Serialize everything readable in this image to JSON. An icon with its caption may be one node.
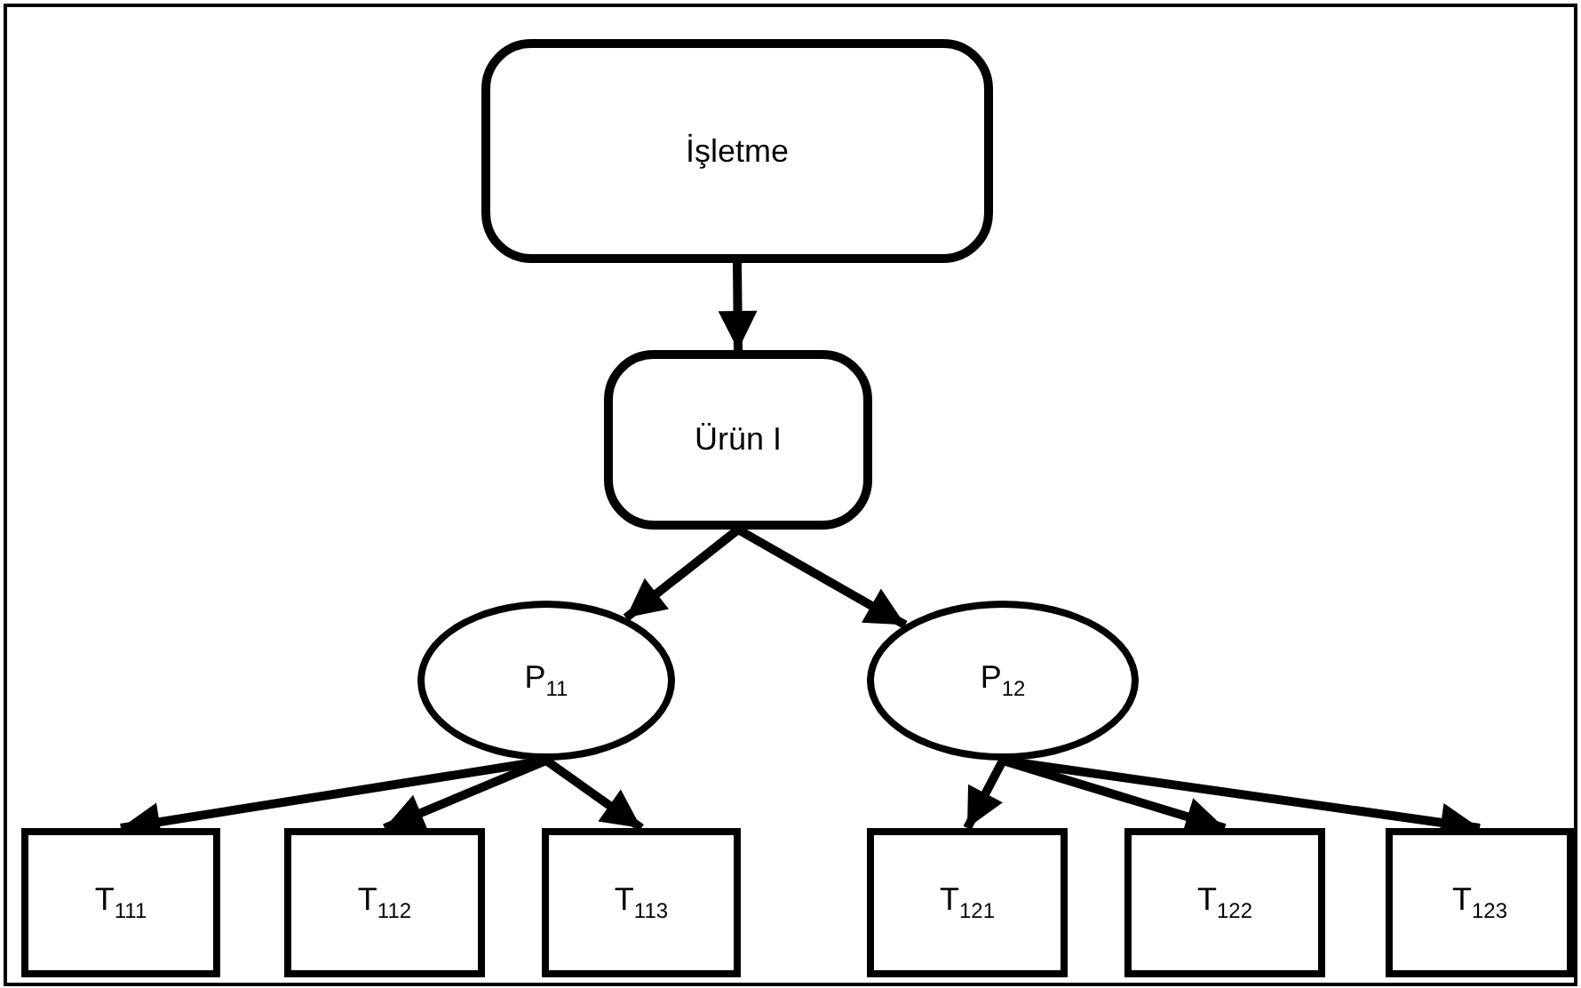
{
  "diagram": {
    "nodes": [
      {
        "text": [
          "İşletme"
        ]
      },
      {
        "text": [
          "Ürün I"
        ]
      },
      {
        "text": [
          "P$_{11}$"
        ]
      },
      {
        "text": [
          "P$_{12}$"
        ]
      },
      {
        "text": [
          "T$_{111}$"
        ]
      },
      {
        "text": [
          "T$_{112}$"
        ]
      },
      {
        "text": [
          "T$_{113}$"
        ]
      },
      {
        "text": [
          "T$_{121}$"
        ]
      },
      {
        "text": [
          "T$_{122}$"
        ]
      },
      {
        "text": [
          "T$_{123}$"
        ]
      }
    ],
    "edges": [
      {
        "from": 0,
        "to": 1,
        "arrow": "to"
      },
      {
        "from": 1,
        "to": 2,
        "arrow": "to"
      },
      {
        "from": 1,
        "to": 3,
        "arrow": "to"
      },
      {
        "from": 2,
        "to": 4,
        "arrow": "to"
      },
      {
        "from": 2,
        "to": 5,
        "arrow": "to"
      },
      {
        "from": 2,
        "to": 6,
        "arrow": "to"
      },
      {
        "from": 3,
        "to": 7,
        "arrow": "to"
      },
      {
        "from": 3,
        "to": 8,
        "arrow": "to"
      },
      {
        "from": 3,
        "to": 9,
        "arrow": "to"
      }
    ]
  }
}
